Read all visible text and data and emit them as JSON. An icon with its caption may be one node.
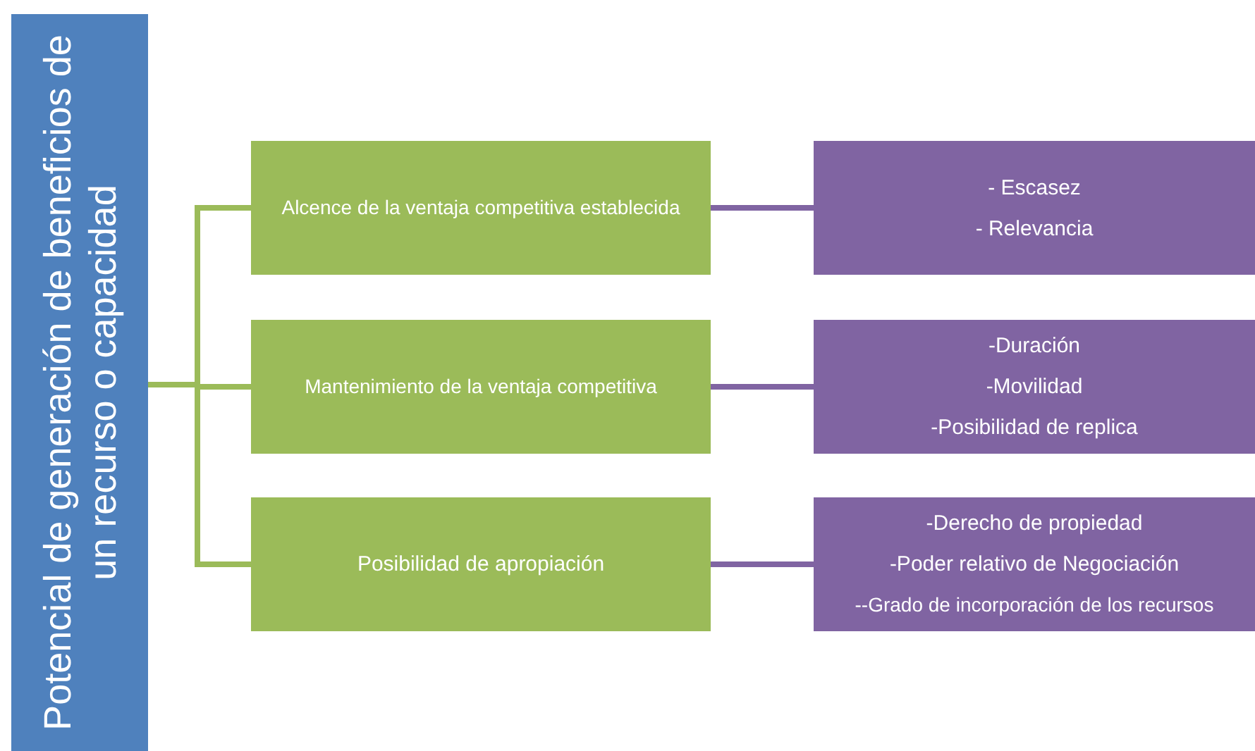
{
  "diagram": {
    "nodes": [
      {
        "text": [
          "Potencial de generación de beneficios de un recurso o capacidad"
        ]
      },
      {
        "text": [
          "Alcence de la ventaja competitiva establecida"
        ]
      },
      {
        "text": [
          "- Escasez",
          "- Relevancia"
        ]
      },
      {
        "text": [
          "Mantenimiento de la ventaja competitiva"
        ]
      },
      {
        "text": [
          "-Duración",
          "-Movilidad",
          "-Posibilidad de replica"
        ]
      },
      {
        "text": [
          "Posibilidad de apropiación"
        ]
      },
      {
        "text": [
          "-Derecho de propiedad",
          "-Poder relativo de Negociación",
          "--Grado de incorporación de los recursos"
        ]
      }
    ],
    "edges": [
      {
        "from": 0,
        "to": 1,
        "arrow": "none"
      },
      {
        "from": 0,
        "to": 3,
        "arrow": "none"
      },
      {
        "from": 0,
        "to": 5,
        "arrow": "none"
      },
      {
        "from": 1,
        "to": 2,
        "arrow": "none"
      },
      {
        "from": 3,
        "to": 4,
        "arrow": "none"
      },
      {
        "from": 5,
        "to": 6,
        "arrow": "none"
      }
    ]
  }
}
